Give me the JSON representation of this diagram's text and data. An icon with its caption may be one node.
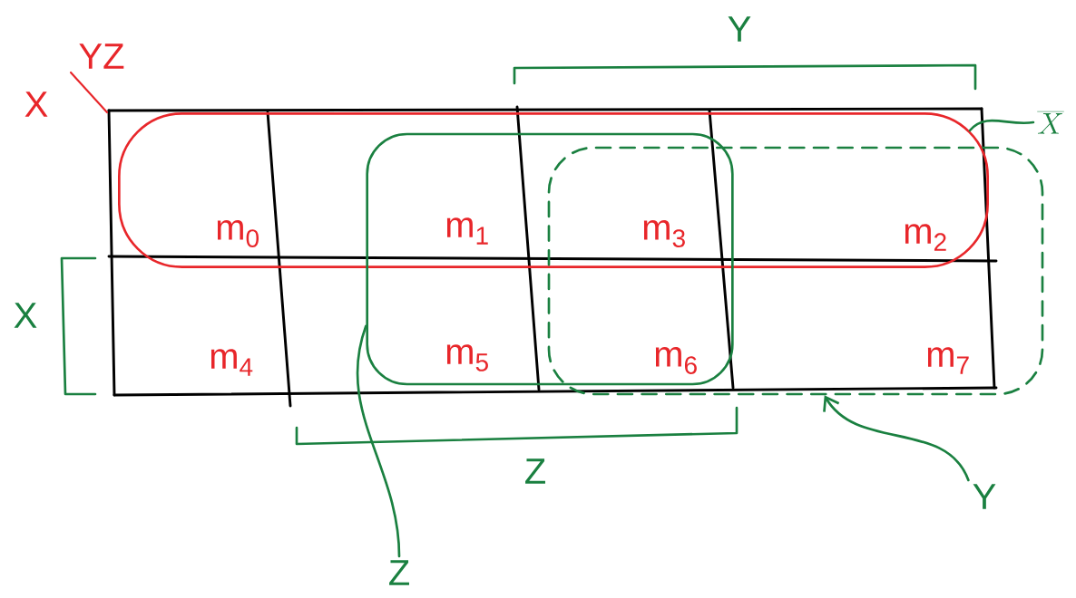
{
  "diagram": {
    "nodes": [
      {
        "text": [
          "m$_{0}$"
        ],
        "in": 8
      },
      {
        "text": [
          "m$_{1}$"
        ]
      },
      {
        "text": [
          "m$_{3}$"
        ]
      },
      {
        "text": [
          "m$_{2}$"
        ]
      },
      {
        "text": [
          "m$_{4}$"
        ]
      },
      {
        "text": [
          "m$_{5}$"
        ],
        "in": 9
      },
      {
        "text": [
          "m$_{6}$"
        ]
      },
      {
        "text": [
          "m$_{7}$"
        ],
        "in": 10
      },
      {
        "text": [],
        "shape": "loop"
      },
      {
        "text": [],
        "shape": "loop"
      },
      {
        "text": [],
        "shape": "loop"
      },
      {
        "text": [
          "\\overline{X}"
        ]
      },
      {
        "text": [
          "Z"
        ]
      },
      {
        "text": [
          "Y"
        ]
      }
    ],
    "edges": [
      {
        "from": 11,
        "to": 8,
        "arrow": "none"
      },
      {
        "from": 12,
        "to": 9,
        "arrow": "none"
      },
      {
        "from": 13,
        "to": 10,
        "arrow": "to"
      }
    ],
    "labels": [
      "YZ",
      "X",
      "Y",
      "X",
      "Z"
    ]
  }
}
